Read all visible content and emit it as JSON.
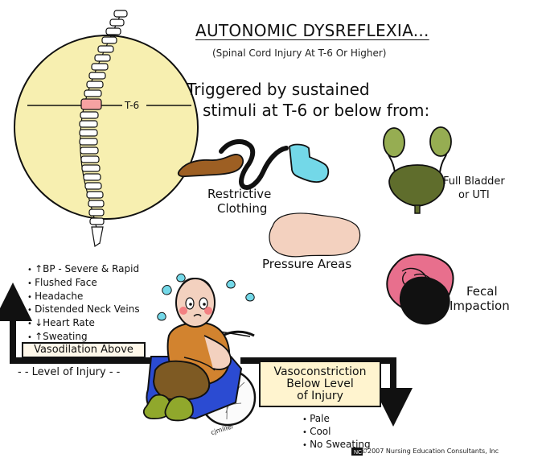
{
  "header": {
    "title": "AUTONOMIC DYSREFLEXIA...",
    "subtitle": "(Spinal Cord Injury At T-6 Or Higher)"
  },
  "spine": {
    "level_label": "T-6"
  },
  "triggers": {
    "heading_line1": "Triggered by sustained",
    "heading_line2": "stimuli at T-6 or below from:",
    "items": [
      {
        "label_lines": [
          "Restrictive",
          "Clothing"
        ],
        "icon": "clothing-icon"
      },
      {
        "label_lines": [
          "Full Bladder",
          "or UTI"
        ],
        "icon": "bladder-icon"
      },
      {
        "label_lines": [
          "Pressure Areas"
        ],
        "icon": "pressure-area-icon"
      },
      {
        "label_lines": [
          "Fecal",
          "Impaction"
        ],
        "icon": "intestine-icon"
      }
    ]
  },
  "above": {
    "symptoms": [
      "↑BP - Severe & Rapid",
      "Flushed Face",
      "Headache",
      "Distended Neck Veins",
      "↓Heart Rate",
      "↑Sweating"
    ],
    "box_label": "Vasodilation Above"
  },
  "level": {
    "label": "- - Level of Injury - -"
  },
  "below": {
    "box_lines": [
      "Vasoconstriction",
      "Below Level",
      "of Injury"
    ],
    "symptoms": [
      "Pale",
      "Cool",
      "No Sweating"
    ]
  },
  "credits": {
    "signature": "cjmiller",
    "copyright": "©2007 Nursing Education Consultants, Inc"
  },
  "colors": {
    "background": "#ffffff",
    "circle_fill": "#f7efb0",
    "t6_highlight": "#f6a2a2",
    "spine_outline": "#1a1a1a",
    "bladder_green": "#96ad52",
    "intestine_pink": "#e86f8d",
    "feces_black": "#111111",
    "skin_beige": "#f3d1bf",
    "wheelchair_blue": "#2b4bd2",
    "shirt_brown": "#d2832f",
    "pants_brown": "#7e5a23",
    "shoe_brown": "#9d5f23",
    "sock_cyan": "#73d8e8"
  }
}
